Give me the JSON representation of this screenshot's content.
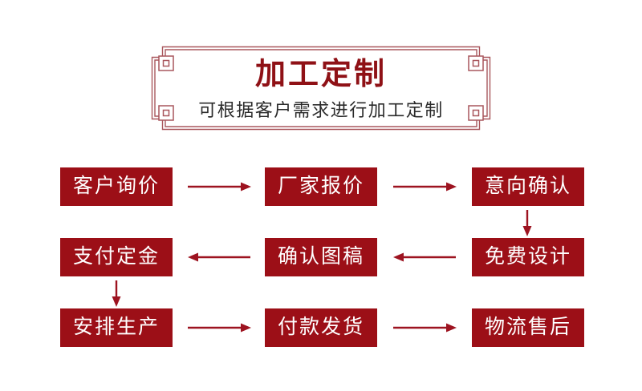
{
  "header": {
    "title": "加工定制",
    "subtitle": "可根据客户需求进行加工定制",
    "title_color": "#8f1116",
    "subtitle_color": "#2b2b2b",
    "frame_color": "#a9575d"
  },
  "flow": {
    "box_color": "#9c0f17",
    "box_text_color": "#ffffff",
    "arrow_color": "#9d1320",
    "steps": [
      {
        "label": "客户询价",
        "row": 1,
        "col": 1
      },
      {
        "label": "厂家报价",
        "row": 1,
        "col": 2
      },
      {
        "label": "意向确认",
        "row": 1,
        "col": 3
      },
      {
        "label": "免费设计",
        "row": 2,
        "col": 3
      },
      {
        "label": "确认图稿",
        "row": 2,
        "col": 2
      },
      {
        "label": "支付定金",
        "row": 2,
        "col": 1
      },
      {
        "label": "安排生产",
        "row": 3,
        "col": 1
      },
      {
        "label": "付款发货",
        "row": 3,
        "col": 2
      },
      {
        "label": "物流售后",
        "row": 3,
        "col": 3
      }
    ],
    "arrows": [
      {
        "from": "客户询价",
        "to": "厂家报价",
        "direction": "right"
      },
      {
        "from": "厂家报价",
        "to": "意向确认",
        "direction": "right"
      },
      {
        "from": "意向确认",
        "to": "免费设计",
        "direction": "down"
      },
      {
        "from": "免费设计",
        "to": "确认图稿",
        "direction": "left"
      },
      {
        "from": "确认图稿",
        "to": "支付定金",
        "direction": "left"
      },
      {
        "from": "支付定金",
        "to": "安排生产",
        "direction": "down"
      },
      {
        "from": "安排生产",
        "to": "付款发货",
        "direction": "right"
      },
      {
        "from": "付款发货",
        "to": "物流售后",
        "direction": "right"
      }
    ]
  }
}
